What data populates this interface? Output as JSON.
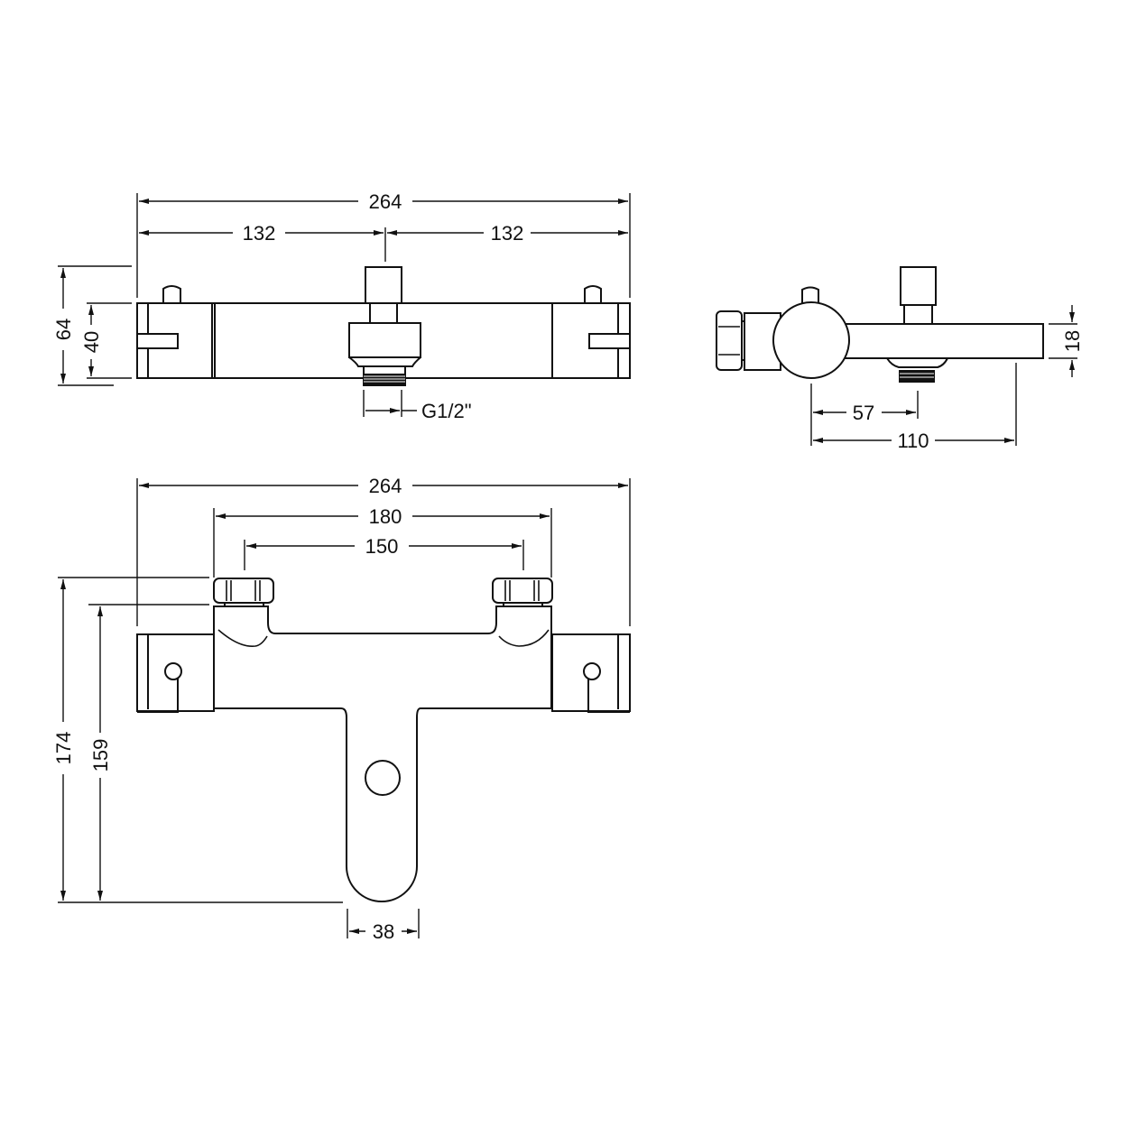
{
  "diagram": {
    "subject": "Thermostatic bar mixer technical drawing",
    "units": "mm",
    "views": {
      "front_view": {
        "dimensions": {
          "overall_width": "264",
          "left_half": "132",
          "right_half": "132",
          "overall_height": "64",
          "body_height": "40",
          "outlet_thread": "G1/2\""
        }
      },
      "side_view": {
        "dimensions": {
          "spout_thickness": "18",
          "outlet_offset": "57",
          "projection": "110"
        }
      },
      "top_view": {
        "dimensions": {
          "overall_width": "264",
          "inlet_outer": "180",
          "inlet_centres": "150",
          "total_depth": "174",
          "depth_to_wall": "159",
          "spout_width": "38"
        }
      }
    },
    "colors": {
      "line": "#111111",
      "background": "#ffffff"
    }
  }
}
